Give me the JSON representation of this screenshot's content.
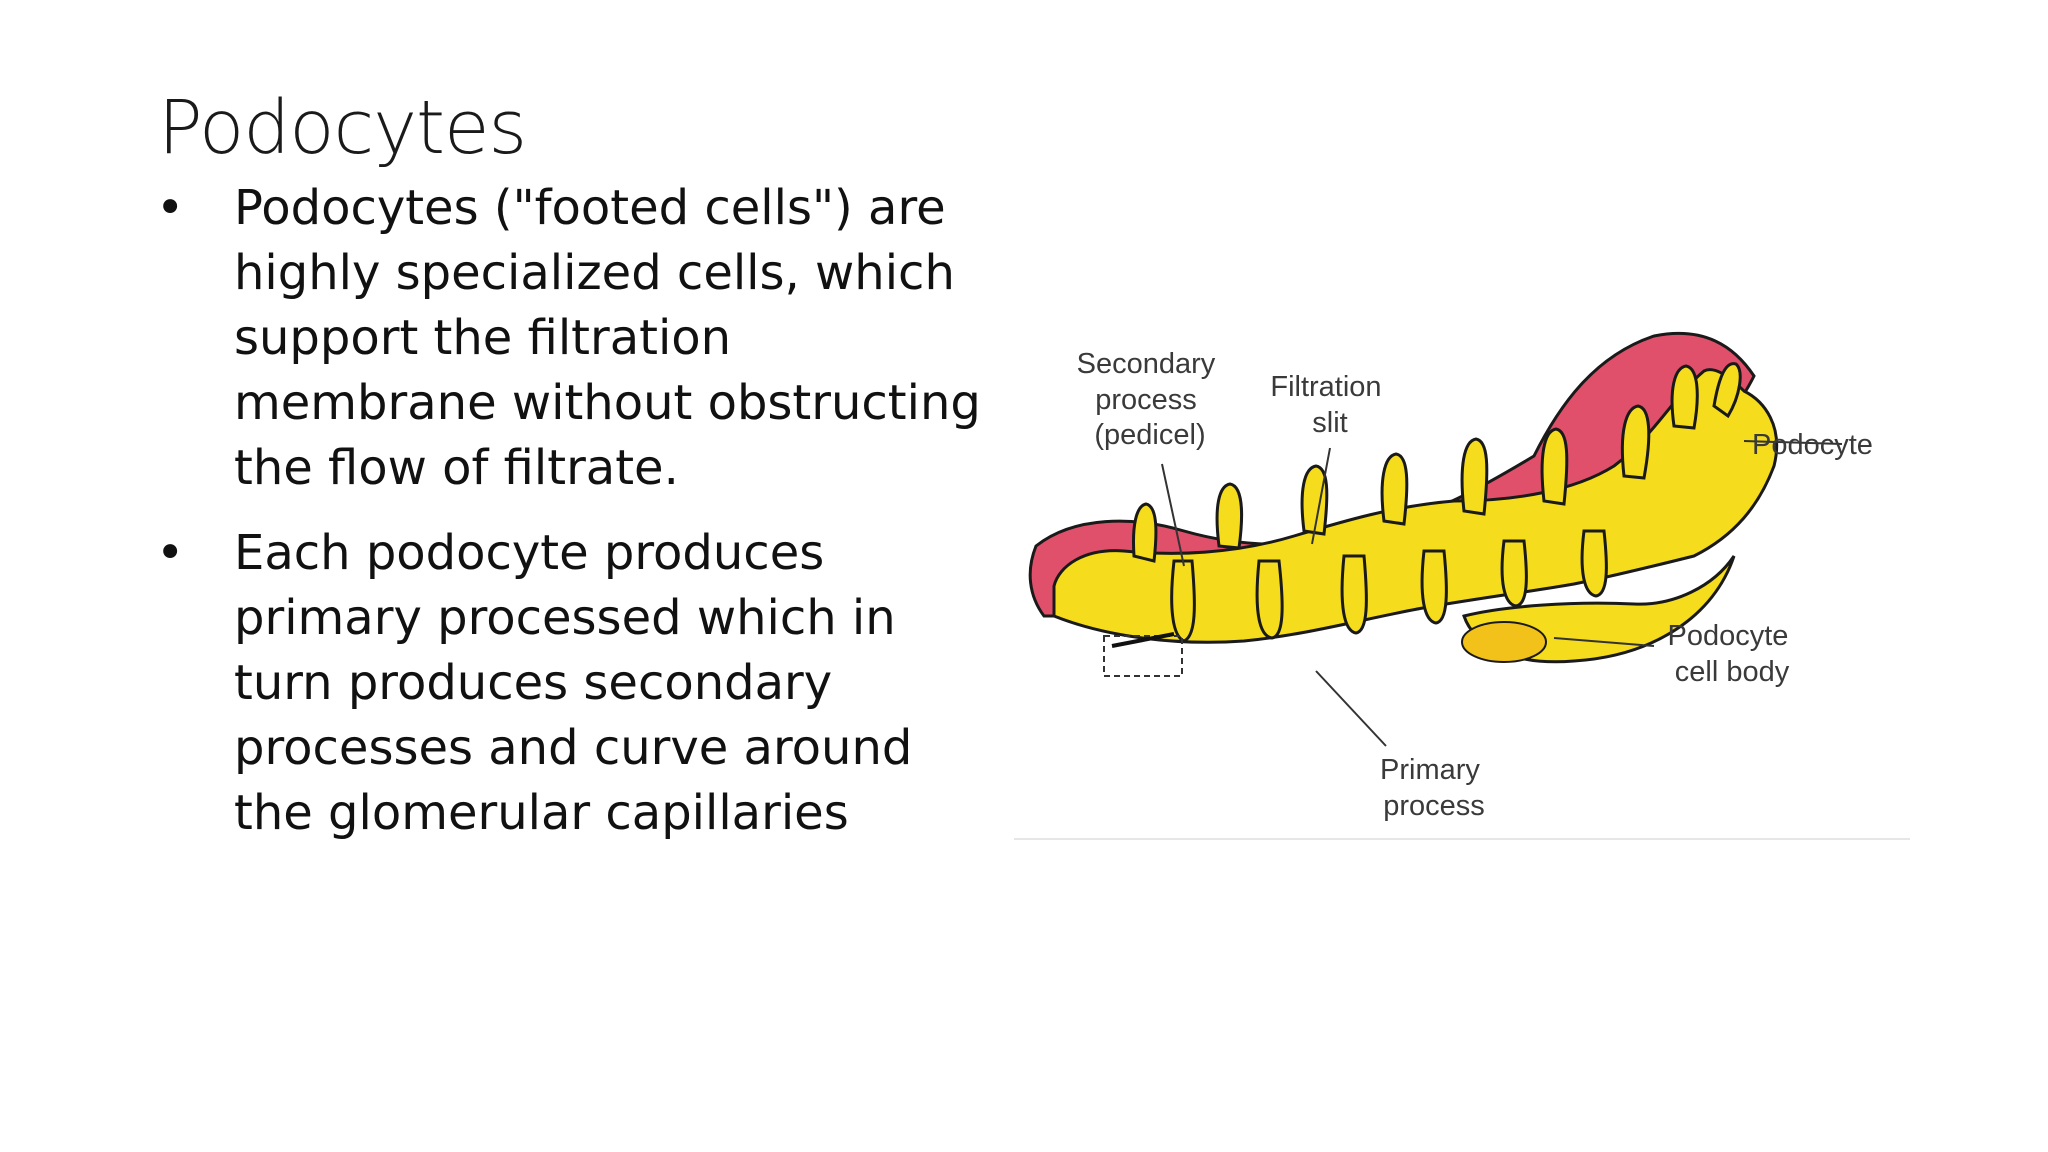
{
  "slide": {
    "title": "Podocytes",
    "bullets": [
      {
        "lines": [
          "Podocytes (\"footed cells\")  are",
          "highly specialized cells, which",
          "support the filtration",
          "membrane without obstructing",
          "the flow of filtrate."
        ]
      },
      {
        "lines": [
          "Each podocyte produces",
          "primary processed which in",
          "turn produces secondary",
          "processes and curve around",
          "the glomerular capillaries"
        ]
      }
    ],
    "bullet_glyph": "•"
  },
  "figure": {
    "labels": {
      "secondary_process": [
        "Secondary",
        "process",
        "(pedicel)"
      ],
      "filtration_slit": [
        "Filtration",
        "slit"
      ],
      "podocyte": "Podocyte",
      "podocyte_cell_body": [
        "Podocyte",
        "cell body"
      ],
      "primary_process": [
        "Primary",
        "process"
      ]
    },
    "colors": {
      "capillary": "#e0506a",
      "podocyte": "#f5dc1c",
      "outline": "#1a1a1a"
    }
  }
}
